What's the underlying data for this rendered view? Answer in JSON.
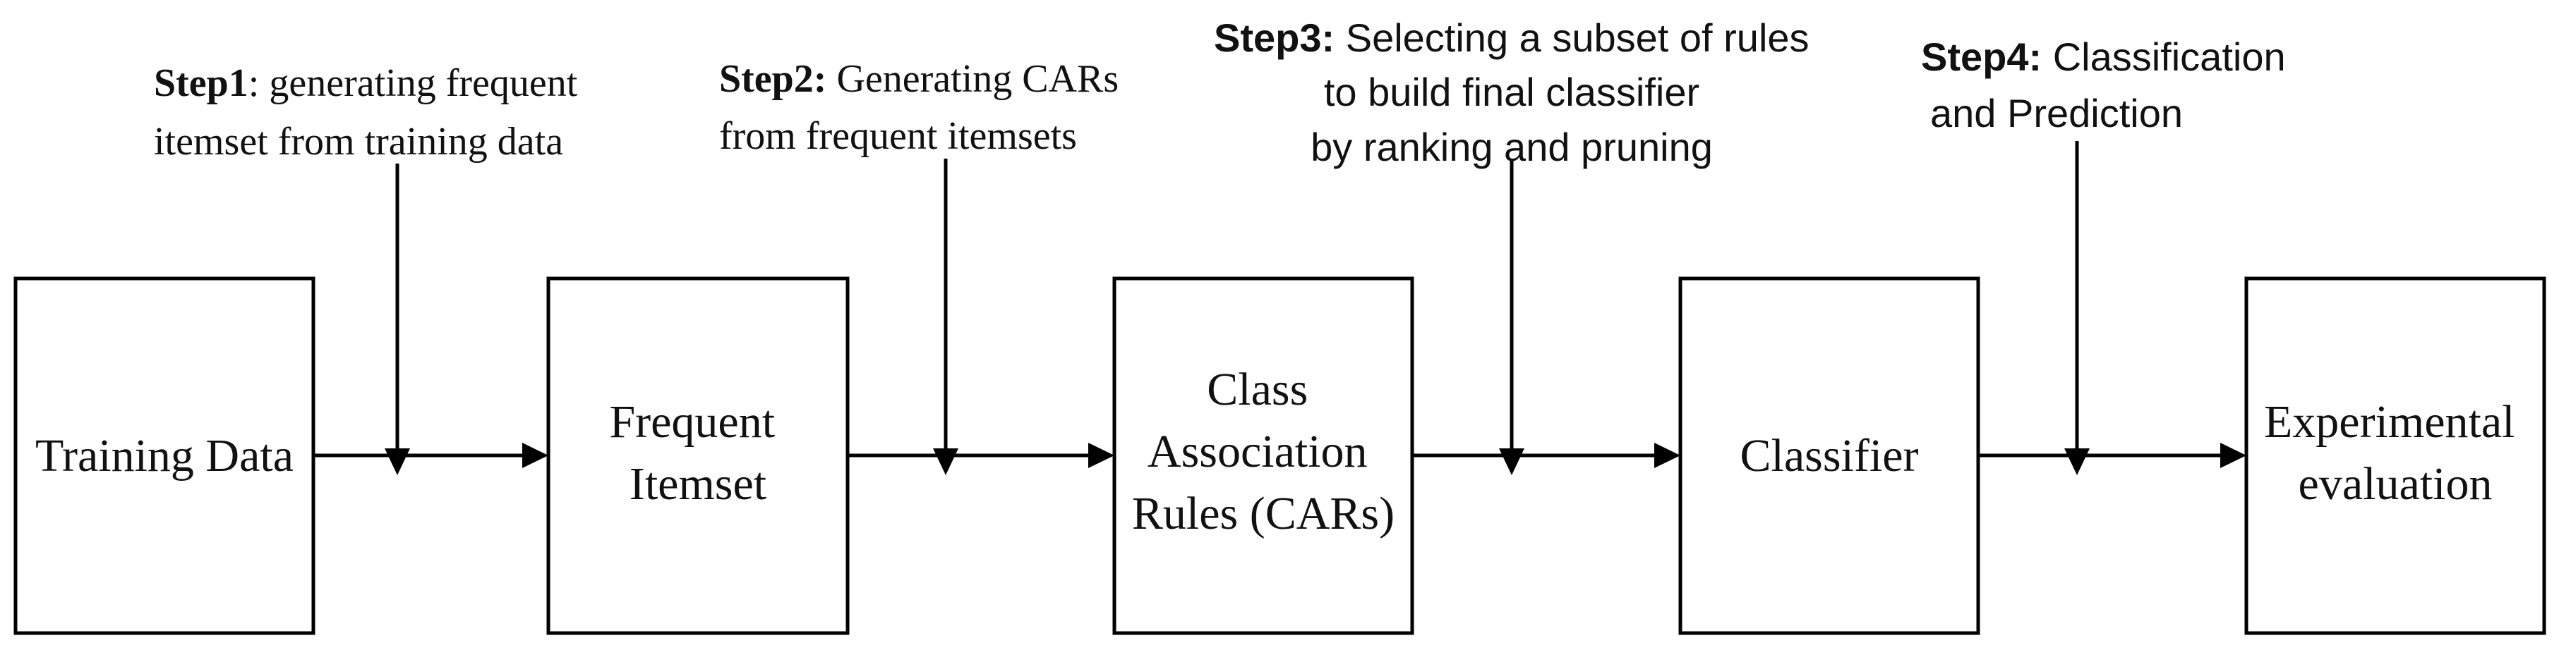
{
  "boxes": [
    {
      "id": "training-data",
      "lines": [
        "Training Data"
      ]
    },
    {
      "id": "frequent-itemset",
      "lines": [
        "Frequent",
        "Itemset"
      ]
    },
    {
      "id": "cars",
      "lines": [
        "Class",
        "Association",
        "Rules (CARs)"
      ]
    },
    {
      "id": "classifier",
      "lines": [
        "Classifier"
      ]
    },
    {
      "id": "experimental-evaluation",
      "lines": [
        "Experimental",
        "evaluation"
      ]
    }
  ],
  "steps": [
    {
      "id": "step1",
      "label": "Step1",
      "first_line_rest": ": generating frequent",
      "rest_lines": [
        "itemset from training data"
      ]
    },
    {
      "id": "step2",
      "label": "Step2:",
      "first_line_rest": " Generating CARs",
      "rest_lines": [
        "from frequent itemsets"
      ]
    },
    {
      "id": "step3",
      "label": "Step3:",
      "first_line_rest": " Selecting a subset of rules",
      "rest_lines": [
        "to build final classifier",
        "by ranking and pruning"
      ]
    },
    {
      "id": "step4",
      "label": "Step4:",
      "first_line_rest": " Classification",
      "rest_lines": [
        "and Prediction"
      ]
    }
  ],
  "colors": {
    "stroke": "#000000",
    "text": "#111111",
    "background": "#ffffff"
  }
}
